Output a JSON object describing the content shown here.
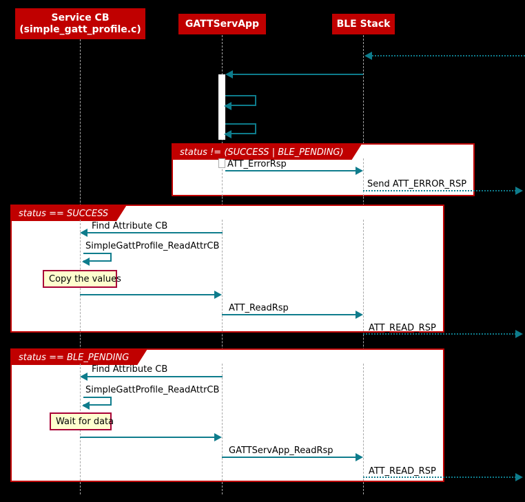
{
  "diagram": {
    "type": "uml-sequence-diagram",
    "background": "#000000",
    "colors": {
      "participant_fill": "#C00000",
      "participant_text": "#FFFFFF",
      "message_arrow": "#0E7C8C",
      "fragment_border": "#C00000",
      "fragment_fill": "#FFFFFF",
      "note_fill": "#FEFECE",
      "note_border": "#A80036",
      "lifeline": "#A8A8A8"
    }
  },
  "participants": [
    {
      "id": "service_cb",
      "line1": "Service CB",
      "line2": "(simple_gatt_profile.c)"
    },
    {
      "id": "gattservapp",
      "line1": "GATTServApp",
      "line2": ""
    },
    {
      "id": "ble_stack",
      "line1": "BLE Stack",
      "line2": ""
    }
  ],
  "fragments": [
    {
      "id": "frag_error",
      "label": "status != (SUCCESS | BLE_PENDING)"
    },
    {
      "id": "frag_success",
      "label": "status == SUCCESS"
    },
    {
      "id": "frag_pending",
      "label": "status == BLE_PENDING"
    }
  ],
  "messages": [
    {
      "id": "m_incoming_read_req",
      "label": "",
      "from": "external",
      "to": "ble_stack",
      "style": "dotted",
      "direction": "left"
    },
    {
      "id": "m_ble_to_gatt",
      "label": "",
      "from": "ble_stack",
      "to": "gattservapp",
      "style": "solid",
      "direction": "left"
    },
    {
      "id": "m_self_1",
      "label": "",
      "from": "gattservapp",
      "to": "gattservapp",
      "style": "solid",
      "direction": "self"
    },
    {
      "id": "m_self_2",
      "label": "",
      "from": "gattservapp",
      "to": "gattservapp",
      "style": "solid",
      "direction": "self"
    },
    {
      "id": "m_att_errorrsp",
      "label": "ATT_ErrorRsp",
      "from": "gattservapp",
      "to": "ble_stack",
      "style": "solid",
      "direction": "right"
    },
    {
      "id": "m_send_att_error_rsp",
      "label": "Send ATT_ERROR_RSP",
      "from": "ble_stack",
      "to": "external",
      "style": "dotted",
      "direction": "right"
    },
    {
      "id": "m_find_attr_cb_1",
      "label": "Find Attribute CB",
      "from": "gattservapp",
      "to": "service_cb",
      "style": "solid",
      "direction": "left"
    },
    {
      "id": "m_readattrcb_1",
      "label": "SimpleGattProfile_ReadAttrCB",
      "from": "service_cb",
      "to": "service_cb",
      "style": "solid",
      "direction": "self"
    },
    {
      "id": "m_return_1",
      "label": "",
      "from": "service_cb",
      "to": "gattservapp",
      "style": "solid",
      "direction": "right"
    },
    {
      "id": "m_att_readrsp",
      "label": "ATT_ReadRsp",
      "from": "gattservapp",
      "to": "ble_stack",
      "style": "solid",
      "direction": "right"
    },
    {
      "id": "m_att_read_rsp_1",
      "label": "ATT_READ_RSP",
      "from": "ble_stack",
      "to": "external",
      "style": "dotted",
      "direction": "right"
    },
    {
      "id": "m_find_attr_cb_2",
      "label": "Find Attribute CB",
      "from": "gattservapp",
      "to": "service_cb",
      "style": "solid",
      "direction": "left"
    },
    {
      "id": "m_readattrcb_2",
      "label": "SimpleGattProfile_ReadAttrCB",
      "from": "service_cb",
      "to": "service_cb",
      "style": "self"
    },
    {
      "id": "m_return_2",
      "label": "",
      "from": "service_cb",
      "to": "gattservapp",
      "style": "solid",
      "direction": "right"
    },
    {
      "id": "m_gattservapp_readrsp",
      "label": "GATTServApp_ReadRsp",
      "from": "gattservapp",
      "to": "ble_stack",
      "style": "solid",
      "direction": "right"
    },
    {
      "id": "m_att_read_rsp_2",
      "label": "ATT_READ_RSP",
      "from": "ble_stack",
      "to": "external",
      "style": "dotted",
      "direction": "right"
    }
  ],
  "notes": [
    {
      "id": "note_copy_values",
      "text": "Copy the values"
    },
    {
      "id": "note_wait_for_data",
      "text": "Wait for data"
    }
  ]
}
